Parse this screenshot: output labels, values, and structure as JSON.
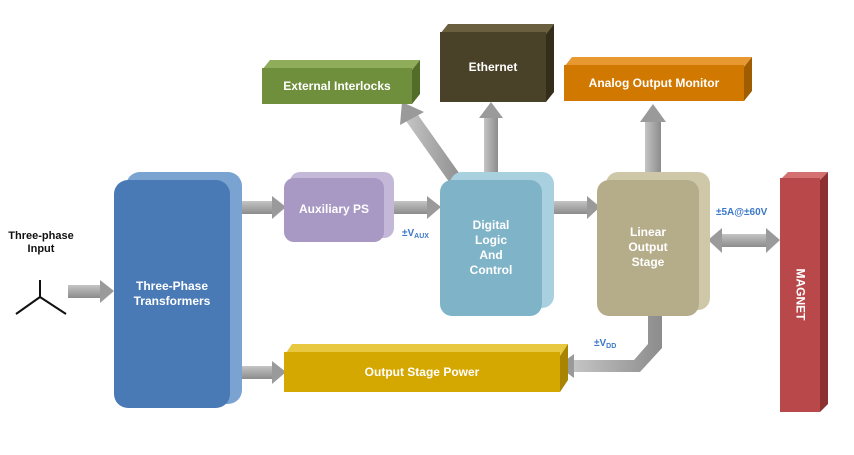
{
  "blocks": {
    "transformers": "Three-Phase\nTransformers",
    "auxiliary_ps": "Auxiliary PS",
    "digital": "Digital\nLogic\nAnd\nControl",
    "linear": "Linear\nOutput\nStage",
    "output_power": "Output Stage Power",
    "external_interlocks": "External Interlocks",
    "ethernet": "Ethernet",
    "analog_monitor": "Analog Output Monitor",
    "magnet": "MAGNET"
  },
  "labels": {
    "input": "Three-phase\nInput",
    "vaux_main": "±V",
    "vaux_sub": "AUX",
    "vdd_main": "±V",
    "vdd_sub": "DD",
    "magnet_rating": "±5A@±60V"
  },
  "colors": {
    "transformers": "#4a7ab5",
    "auxiliary_ps": "#a898c4",
    "digital": "#7fb3c8",
    "linear": "#b5ad8a",
    "output_power": "#d4a800",
    "external_interlocks": "#6f8f3c",
    "ethernet": "#4a4228",
    "analog_monitor": "#d07800",
    "magnet": "#b8484a",
    "arrow": "#a9a9a9",
    "annotation": "#3b78c8"
  }
}
